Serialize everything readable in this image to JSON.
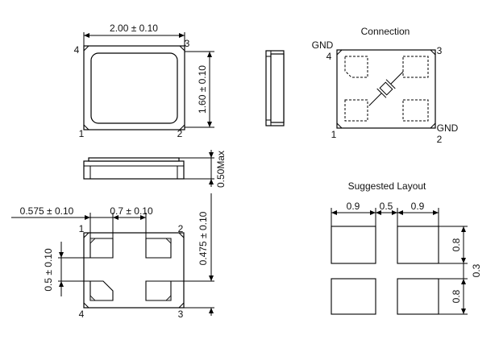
{
  "top_view": {
    "width_dim": "2.00 ± 0.10",
    "height_dim": "1.60 ± 0.10",
    "pins": [
      "1",
      "2",
      "3",
      "4"
    ]
  },
  "side_view": {
    "thickness_dim": "0.50Max"
  },
  "bottom_view": {
    "offset_dim": "0.575 ± 0.10",
    "pad_gap_dim": "0.7 ± 0.10",
    "pad_height_dim": "0.5 ± 0.10",
    "edge_dim": "0.475 ± 0.10",
    "pins": [
      "1",
      "2",
      "3",
      "4"
    ]
  },
  "connection": {
    "title": "Connection",
    "gnd_label_top": "GND",
    "gnd_label_bottom": "GND",
    "pins": [
      "1",
      "2",
      "3",
      "4"
    ]
  },
  "suggested_layout": {
    "title": "Suggested Layout",
    "pad_w": "0.9",
    "gap_w": "0.5",
    "pad_w2": "0.9",
    "pad_h_top": "0.8",
    "pad_h_bottom": "0.8",
    "gap_h": "0.3"
  }
}
